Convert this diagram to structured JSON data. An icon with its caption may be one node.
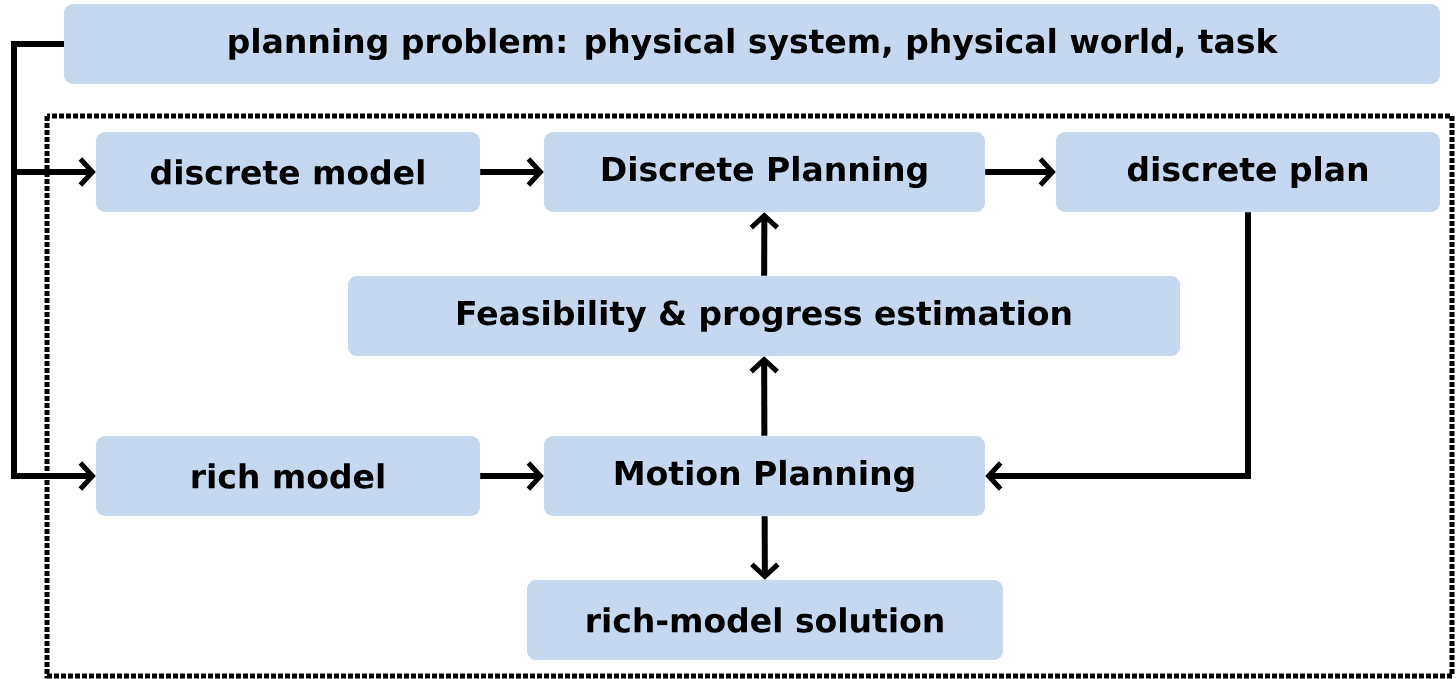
{
  "diagram": {
    "nodes": [
      {
        "text": [
          "planning problem: physical system, physical world, task"
        ]
      },
      {
        "text": [
          "discrete model"
        ]
      },
      {
        "text": [
          "Discrete Planning"
        ]
      },
      {
        "text": [
          "discrete plan"
        ]
      },
      {
        "text": [
          "Feasibility & progress estimation"
        ]
      },
      {
        "text": [
          "rich model"
        ]
      },
      {
        "text": [
          "Motion Planning"
        ]
      },
      {
        "text": [
          "rich-model solution"
        ]
      }
    ],
    "edges": [
      {
        "from": 0,
        "to": 1,
        "arrow": "to"
      },
      {
        "from": 0,
        "to": 5,
        "arrow": "to"
      },
      {
        "from": 1,
        "to": 2,
        "arrow": "to"
      },
      {
        "from": 2,
        "to": 3,
        "arrow": "to"
      },
      {
        "from": 4,
        "to": 2,
        "arrow": "to"
      },
      {
        "from": 6,
        "to": 4,
        "arrow": "to"
      },
      {
        "from": 6,
        "to": 7,
        "arrow": "to"
      },
      {
        "from": 3,
        "to": 6,
        "arrow": "to"
      },
      {
        "from": 5,
        "to": 6,
        "arrow": "to"
      }
    ]
  }
}
